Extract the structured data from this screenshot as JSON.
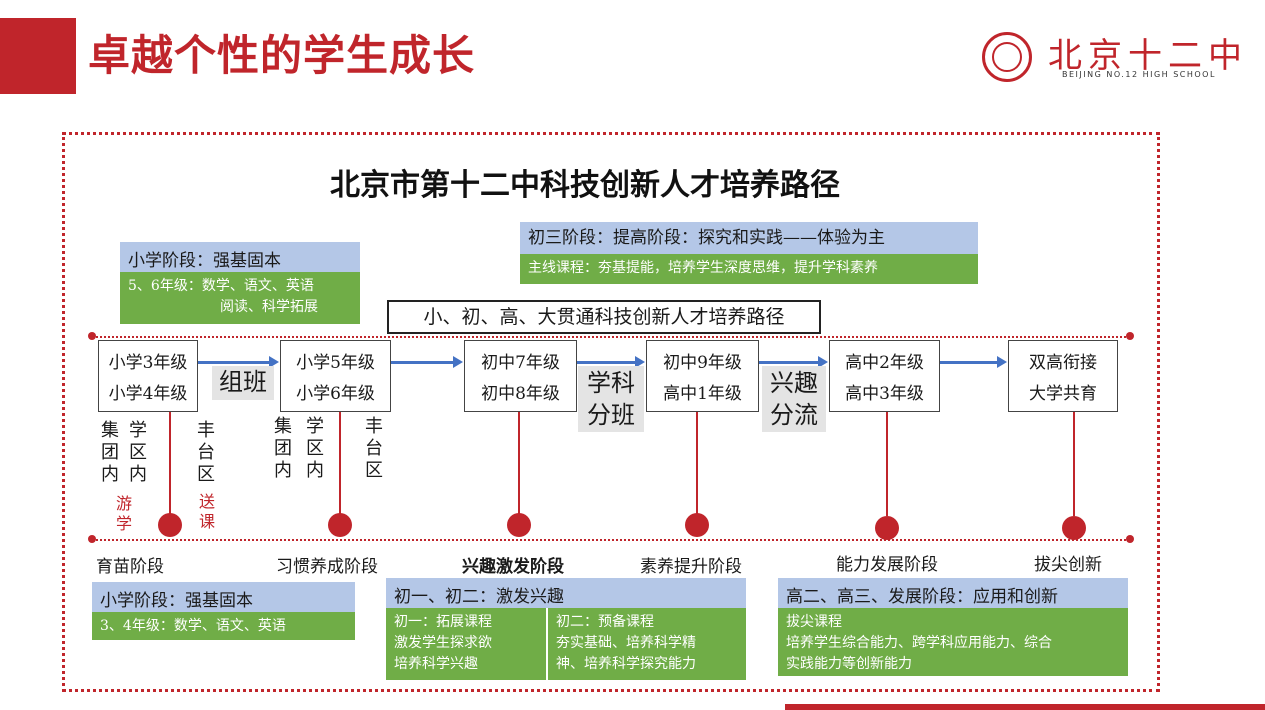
{
  "header": {
    "title": "卓越个性的学生成长"
  },
  "logo": {
    "chinese": "北京十二中",
    "english": "BEIJING NO.12 HIGH SCHOOL",
    "icon": "school-seal-icon"
  },
  "diagram": {
    "title": "北京市第十二中科技创新人才培养路径",
    "path_label": "小、初、高、大贯通科技创新人才培养路径",
    "top_left": {
      "header": "小学阶段：强基固本",
      "body": [
        "5、6年级：数学、语文、英语",
        "阅读、科学拓展"
      ]
    },
    "top_right": {
      "header": "初三阶段：提高阶段：探究和实践——体验为主",
      "body": "主线课程：夯基提能，培养学生深度思维，提升学科素养"
    },
    "grades": [
      {
        "line1": "小学3年级",
        "line2": "小学4年级"
      },
      {
        "line1": "小学5年级",
        "line2": "小学6年级"
      },
      {
        "line1": "初中7年级",
        "line2": "初中8年级"
      },
      {
        "line1": "初中9年级",
        "line2": "高中1年级"
      },
      {
        "line1": "高中2年级",
        "line2": "高中3年级"
      },
      {
        "line1": "双高衔接",
        "line2": "大学共育"
      }
    ],
    "connectors": [
      "组班",
      "学科分班",
      "兴趣分流"
    ],
    "vertical_labels": [
      "集团内",
      "学区内",
      "丰台区",
      "集团内",
      "学区内",
      "丰台区"
    ],
    "red_labels": [
      "游学",
      "送课"
    ],
    "stages": [
      "育苗阶段",
      "习惯养成阶段",
      "兴趣激发阶段",
      "素养提升阶段",
      "能力发展阶段",
      "拔尖创新"
    ],
    "bottom_left": {
      "header": "小学阶段：强基固本",
      "body": "3、4年级：数学、语文、英语"
    },
    "bottom_mid": {
      "header": "初一、初二：激发兴趣",
      "col1": [
        "初一：拓展课程",
        "激发学生探求欲",
        "培养科学兴趣"
      ],
      "col2": [
        "初二：预备课程",
        "夯实基础、培养科学精",
        "神、培养科学探究能力"
      ]
    },
    "bottom_right": {
      "header": "高二、高三、发展阶段：应用和创新",
      "body": [
        "拔尖课程",
        "培养学生综合能力、跨学科应用能力、综合",
        "实践能力等创新能力"
      ]
    }
  },
  "colors": {
    "brand_red": "#c0252b",
    "header_blue": "#b4c7e7",
    "body_green": "#70ad47",
    "arrow_blue": "#4472c4"
  }
}
